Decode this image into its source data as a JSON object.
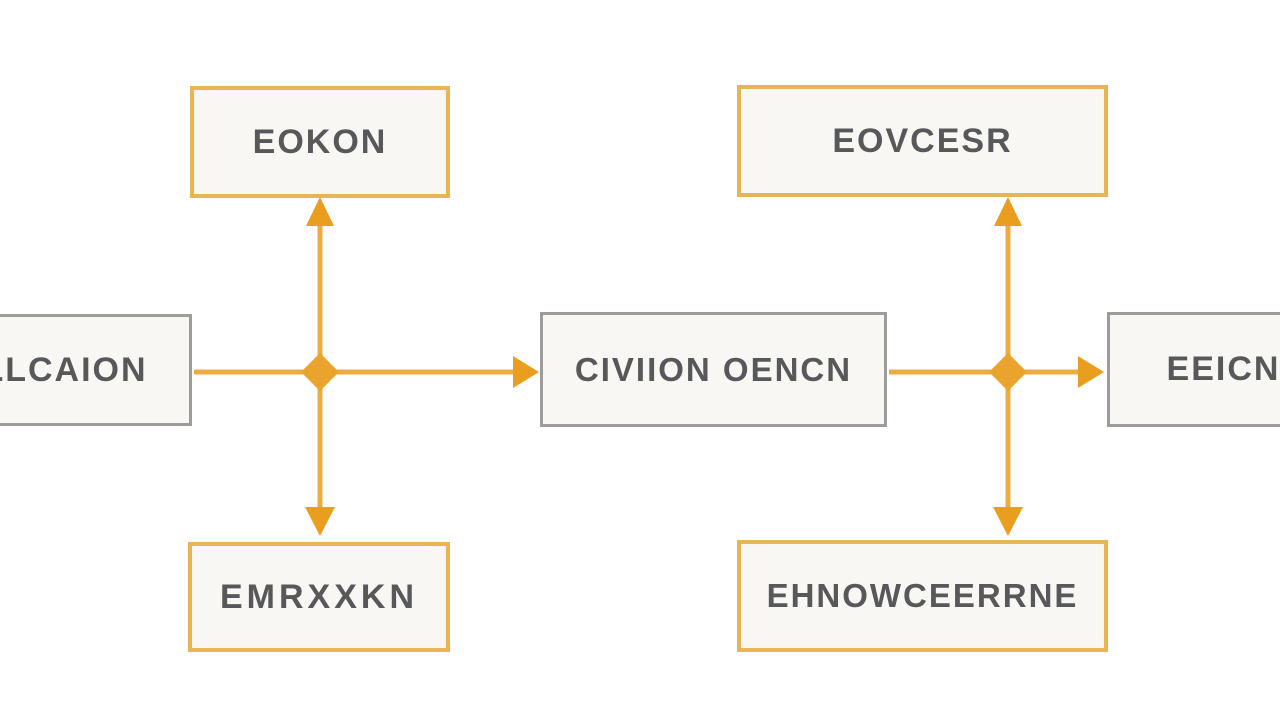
{
  "diagram": {
    "type": "flowchart",
    "background": "#ffffff",
    "nodes": [
      {
        "id": "top-left",
        "label": "EOKON",
        "border_style": "orange"
      },
      {
        "id": "top-right",
        "label": "EOVCESR",
        "border_style": "orange"
      },
      {
        "id": "mid-left",
        "label": "LLCAION",
        "border_style": "gray",
        "clipped": "left edge of screen"
      },
      {
        "id": "mid-center",
        "label": "CIVIION OENCN",
        "border_style": "gray"
      },
      {
        "id": "mid-right",
        "label": "EEICN",
        "border_style": "gray",
        "clipped": "right edge of screen"
      },
      {
        "id": "bottom-left",
        "label": "EMRXXKN",
        "border_style": "orange"
      },
      {
        "id": "bottom-right",
        "label": "EHNOWCEERRNE",
        "border_style": "orange"
      }
    ],
    "junctions": [
      {
        "id": "junction-left",
        "shape": "diamond",
        "between": [
          "mid-left",
          "mid-center"
        ]
      },
      {
        "id": "junction-right",
        "shape": "diamond",
        "between": [
          "mid-center",
          "mid-right"
        ]
      }
    ],
    "edges": [
      {
        "from": "junction-left",
        "to": "top-left",
        "arrow": "up"
      },
      {
        "from": "junction-left",
        "to": "bottom-left",
        "arrow": "down"
      },
      {
        "from": "mid-left",
        "to": "junction-left",
        "arrow": "none"
      },
      {
        "from": "junction-left",
        "to": "mid-center",
        "arrow": "right"
      },
      {
        "from": "mid-center",
        "to": "junction-right",
        "arrow": "none"
      },
      {
        "from": "junction-right",
        "to": "top-right",
        "arrow": "up"
      },
      {
        "from": "junction-right",
        "to": "bottom-right",
        "arrow": "down"
      },
      {
        "from": "junction-right",
        "to": "mid-right",
        "arrow": "right"
      }
    ],
    "colors": {
      "connector_line": "#ecac42",
      "arrowhead": "#e99e20",
      "junction_diamond": "#eaa42d",
      "orange_node_border": "#e9b452",
      "gray_node_border": "#9c9c9c",
      "node_fill": "#f8f7f4",
      "node_text": "#58585a"
    }
  }
}
